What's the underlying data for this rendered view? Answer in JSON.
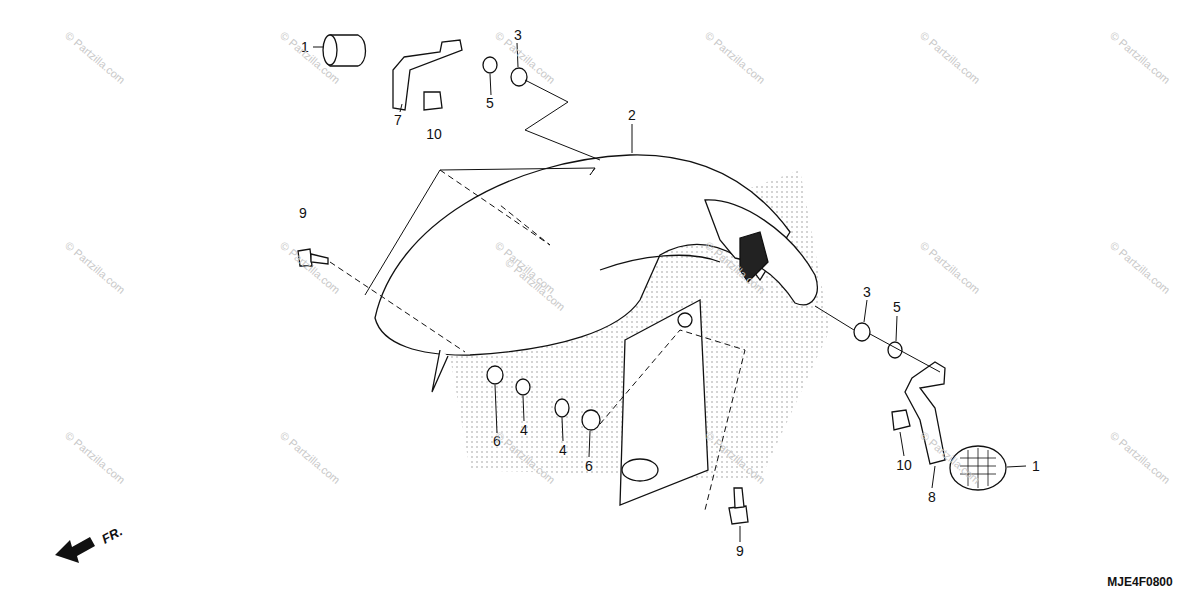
{
  "diagram": {
    "labels": [
      "1",
      "7",
      "10",
      "5",
      "3",
      "2",
      "9",
      "3",
      "5",
      "6",
      "4",
      "4",
      "6",
      "9",
      "10",
      "8",
      "1",
      "FR.",
      "MJE4F0800",
      "© Partzilla.com",
      "© Partzilla.com",
      "© Partzilla.com",
      "© Partzilla.com",
      "© Partzilla.com",
      "© Partzilla.com",
      "© Partzilla.com",
      "© Partzilla.com",
      "© Partzilla.com",
      "© Partzilla.com",
      "© Partzilla.com",
      "© Partzilla.com",
      "© Partzilla.com",
      "© Partzilla.com",
      "© Partzilla.com",
      "© Partzilla.com",
      "© Partzilla.com",
      "© Partzilla.com",
      "© Partzilla.com"
    ]
  }
}
